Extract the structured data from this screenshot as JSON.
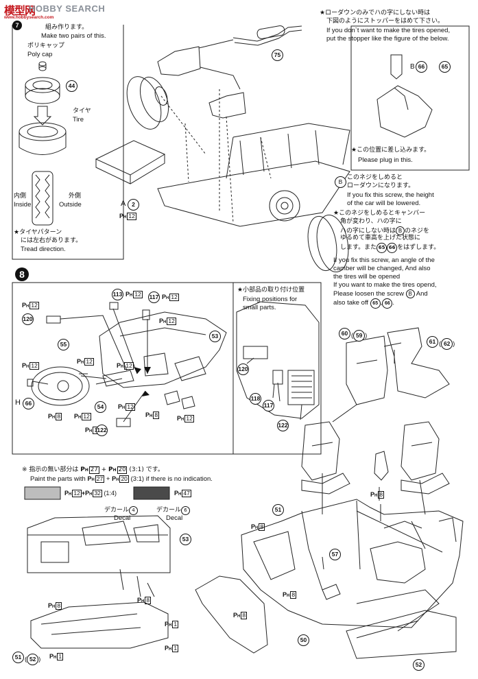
{
  "watermark": {
    "cn": "模型网",
    "en": "HOBBY SEARCH",
    "url": "www.hobbysearch.com"
  },
  "step7": {
    "pairs_jp": "組み作ります。",
    "pairs_en": "Make two pairs of this.",
    "polycap_jp": "ポリキャップ",
    "polycap_en": "Poly cap",
    "part44": "44",
    "tire_jp": "タイヤ",
    "tire_en": "Tire",
    "inside_jp": "内側",
    "inside_en": "Inside",
    "outside_jp": "外側",
    "outside_en": "Outside",
    "pattern_jp1": "★タイヤパターン",
    "pattern_jp2": "には左右があります。",
    "pattern_en": "Tread direction.",
    "part75": "75",
    "a2_letter": "A",
    "a2_num": "2",
    "ph_p": "P",
    "ph_h": "H",
    "ph12": "12",
    "lowdown_jp1": "★ローダウンのみでハの字にしない時は",
    "lowdown_jp2": "下図のようにストッパーをはめて下さい。",
    "lowdown_en1": "If you don`t want to make the tires opened,",
    "lowdown_en2": "put the stopper like the figure of the below.",
    "b66_label": "B",
    "b66_num": "66",
    "b65_num": "65",
    "plugin_jp": "★この位置に差し込みます。",
    "plugin_en": "Please plug in this.",
    "screw_b": "B",
    "screw_jp1": "このネジをしめると",
    "screw_jp2": "ローダウンになります。",
    "screw_en1": "If you fix this screw, the height",
    "screw_en2": "of the car will be lowered.",
    "camber_jp1": "★このネジをしめるとキャンバー",
    "camber_jp2": "角が変わり、ハの字に",
    "camber_jp3": "ハの字にしない時は",
    "camber_jp3b": "のネジを",
    "camber_jp4": "ゆるめて車高を上げた状態に",
    "camber_jp5": "します。また",
    "camber_jp5b": "をはずします。",
    "camber_en1": "If you fix this screw, an angle of the",
    "camber_en2": "camber will be changed, And also",
    "camber_en3": "the tires will be opened",
    "camber_en4": "If you want to make the tires opend,",
    "camber_en5": "Please loosen the screw",
    "camber_en5b": "And",
    "camber_en6": "also take off",
    "n65": "65",
    "n66": "66"
  },
  "step8": {
    "number": "8",
    "fixing_jp": "★小部品の取り付け位置",
    "fixing_en1": "Fixing positions for",
    "fixing_en2": "small parts.",
    "parts": {
      "p113": "113",
      "p117": "117",
      "p120": "120",
      "p55": "55",
      "p53": "53",
      "p54": "54",
      "p122": "122",
      "p118": "118",
      "h66": "66",
      "h_letter": "H"
    },
    "ph8": "8",
    "ph12": "12"
  },
  "seats": {
    "p60": "60",
    "p59": "59",
    "p61": "61",
    "p62": "62",
    "p51": "51",
    "p57": "57",
    "p50": "50",
    "p52": "52",
    "ph8": "8"
  },
  "paint": {
    "note_jp": "※ 指示の無い部分は",
    "note_jp_mid": "です。",
    "note_en": "Paint the parts with",
    "note_en_end": "if there is no indication.",
    "ph27": "27",
    "ph20": "20",
    "ratio31": "(3:1)",
    "swatch1_a": "12",
    "swatch1_b": "32",
    "swatch1_ratio": "(1:4)",
    "swatch2": "47",
    "colors": {
      "light": "#bdbdbd",
      "dark": "#4a4a4a"
    }
  },
  "decals": {
    "d4_jp": "デカール",
    "d4_en": "Decal",
    "d4_num": "4",
    "d6_jp": "デカール",
    "d6_en": "Decal",
    "d6_num": "6",
    "p53": "53",
    "ph8": "8",
    "ph1": "1",
    "p51": "51",
    "p52": "52"
  }
}
